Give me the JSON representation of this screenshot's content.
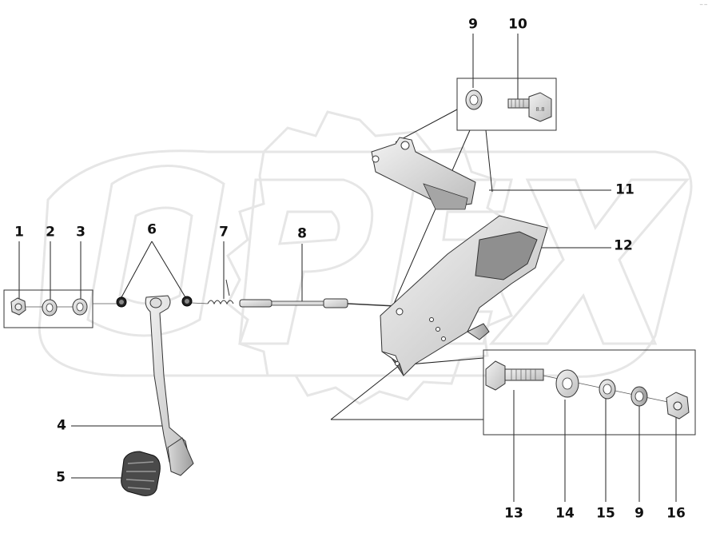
{
  "diagram": {
    "watermark_text": "OPEX",
    "corner_mark": "─ ─",
    "callouts": [
      {
        "id": "c1",
        "label": "1"
      },
      {
        "id": "c2",
        "label": "2"
      },
      {
        "id": "c3",
        "label": "3"
      },
      {
        "id": "c4",
        "label": "4"
      },
      {
        "id": "c5",
        "label": "5"
      },
      {
        "id": "c6",
        "label": "6"
      },
      {
        "id": "c7",
        "label": "7"
      },
      {
        "id": "c8",
        "label": "8"
      },
      {
        "id": "c9a",
        "label": "9"
      },
      {
        "id": "c10",
        "label": "10"
      },
      {
        "id": "c11",
        "label": "11"
      },
      {
        "id": "c12",
        "label": "12"
      },
      {
        "id": "c13",
        "label": "13"
      },
      {
        "id": "c14",
        "label": "14"
      },
      {
        "id": "c15",
        "label": "15"
      },
      {
        "id": "c9b",
        "label": "9"
      },
      {
        "id": "c16",
        "label": "16"
      }
    ]
  }
}
